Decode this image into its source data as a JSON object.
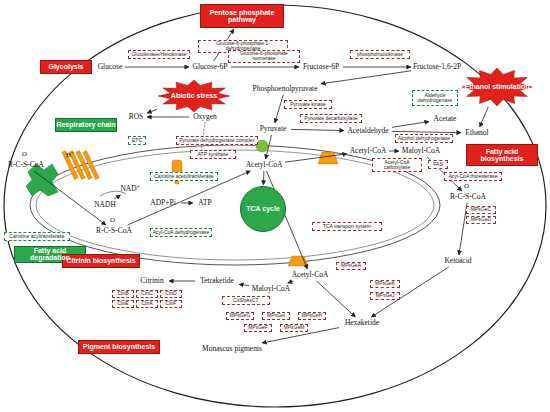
{
  "diagram": {
    "nodes": [
      {
        "text": [
          "Pentose phosphate pathway"
        ]
      },
      {
        "text": [
          "Glucose-6-phosphate 1-dehydrogenase"
        ]
      },
      {
        "text": [
          "Glycolysis"
        ]
      },
      {
        "text": [
          "Glucose"
        ]
      },
      {
        "text": [
          "Glucokinase/Hexokinase"
        ]
      },
      {
        "text": [
          "Glucose-6P"
        ]
      },
      {
        "text": [
          "Glucose-6-phosphate isomerase"
        ]
      },
      {
        "text": [
          "Fructose-6P"
        ]
      },
      {
        "text": [
          "phosphofructokinase"
        ]
      },
      {
        "text": [
          "Fructose-1,6-2P"
        ]
      },
      {
        "text": [
          "Abiotic stress"
        ]
      },
      {
        "text": [
          "Phosphoenolpyruvate"
        ]
      },
      {
        "text": [
          "Ethanol stimulation"
        ]
      },
      {
        "text": [
          "ROS"
        ]
      },
      {
        "text": [
          "Oxygen"
        ]
      },
      {
        "text": [
          "Pyruvate kinase"
        ]
      },
      {
        "text": [
          "Aldehyde dehydrogenase"
        ]
      },
      {
        "text": [
          "Acetate"
        ]
      },
      {
        "text": [
          "Pyruvate decarboxylase"
        ]
      },
      {
        "text": [
          "Pyruvate"
        ]
      },
      {
        "text": [
          "Acetaldehyde"
        ]
      },
      {
        "text": [
          "Alcohol dehydrogenase"
        ]
      },
      {
        "text": [
          "Ethanol"
        ]
      },
      {
        "text": [
          "Respiratory chain"
        ]
      },
      {
        "text": [
          "ETC"
        ]
      },
      {
        "text": [
          "Pyruvate dehydrogenase complex"
        ]
      },
      {
        "text": [
          "ATP synthase"
        ]
      },
      {
        "text": [
          "Acetyl-CoA"
        ]
      },
      {
        "text": [
          "Maloyl-CoA"
        ]
      },
      {
        "text": [
          "Acetyl-CoA carboxylase"
        ]
      },
      {
        "text": [
          "FAS"
        ]
      },
      {
        "text": [
          "Fatty acid biosynthesis"
        ]
      },
      {
        "text": [
          "Acyl-CoA thioesterase"
        ]
      },
      {
        "text": [
          "R-C-S-CoA"
        ]
      },
      {
        "text": [
          "Carnitine acyltransferase"
        ]
      },
      {
        "text": [
          "Fatty acid degradation"
        ]
      },
      {
        "text": [
          "NADH"
        ]
      },
      {
        "text": [
          "NAD⁺"
        ]
      },
      {
        "text": [
          "ADP+Pi"
        ]
      },
      {
        "text": [
          "ATP"
        ]
      },
      {
        "text": [
          "Carnitine acetyltransferase"
        ]
      },
      {
        "text": [
          "Acetyl-CoA"
        ]
      },
      {
        "text": [
          "TCA cycle"
        ]
      },
      {
        "text": [
          "R-C-S-CoA"
        ]
      },
      {
        "text": [
          "Acyl-CoA dehydrogenase"
        ]
      },
      {
        "text": [
          "R-C-S-CoA"
        ]
      },
      {
        "text": [
          "MPsGeC"
        ]
      },
      {
        "text": [
          "MPsGeD"
        ]
      },
      {
        "text": [
          "TCA transport system"
        ]
      },
      {
        "text": [
          "Ketoacid"
        ]
      },
      {
        "text": [
          "Acetyl-CoA"
        ]
      },
      {
        "text": [
          "MPsGeA"
        ]
      },
      {
        "text": [
          "Maloyl-CoA"
        ]
      },
      {
        "text": [
          "Tetraketide"
        ]
      },
      {
        "text": [
          "CitS/pksCT"
        ]
      },
      {
        "text": [
          "Citrinin"
        ]
      },
      {
        "text": [
          "Citrinin biosynthesis"
        ]
      },
      {
        "text": [
          "CtnB"
        ]
      },
      {
        "text": [
          "CtnC"
        ]
      },
      {
        "text": [
          "CtnD"
        ]
      },
      {
        "text": [
          "CtnE"
        ]
      },
      {
        "text": [
          "CtnA"
        ]
      },
      {
        "text": [
          "CtnF"
        ]
      },
      {
        "text": [
          "MPsGeK"
        ]
      },
      {
        "text": [
          "MPsGeJ"
        ]
      },
      {
        "text": [
          "Hexaketide"
        ]
      },
      {
        "text": [
          "MPsGeG"
        ]
      },
      {
        "text": [
          "MPsGeI"
        ]
      },
      {
        "text": [
          "MPsGeH"
        ]
      },
      {
        "text": [
          "MPsGeF"
        ]
      },
      {
        "text": [
          "MPsGeM"
        ]
      },
      {
        "text": [
          "Monascus pigments"
        ]
      },
      {
        "text": [
          "Pigment biosynthesis"
        ]
      }
    ],
    "edges": [
      {
        "from": 3,
        "to": 5,
        "arrow": "to"
      },
      {
        "from": 5,
        "to": 7,
        "arrow": "to"
      },
      {
        "from": 7,
        "to": 9,
        "arrow": "to"
      },
      {
        "from": 5,
        "to": 0,
        "arrow": "to"
      },
      {
        "from": 9,
        "to": 11,
        "arrow": "to"
      },
      {
        "from": 11,
        "to": 19,
        "arrow": "to"
      },
      {
        "from": 19,
        "to": 20,
        "arrow": "to"
      },
      {
        "from": 20,
        "to": 17,
        "arrow": "to"
      },
      {
        "from": 20,
        "to": 22,
        "arrow": "to"
      },
      {
        "from": 12,
        "to": 22,
        "arrow": "to"
      },
      {
        "from": 19,
        "to": 41,
        "arrow": "to"
      },
      {
        "from": 41,
        "to": 42,
        "arrow": "to"
      },
      {
        "from": 41,
        "to": 27,
        "arrow": "to"
      },
      {
        "from": 27,
        "to": 28,
        "arrow": "to"
      },
      {
        "from": 28,
        "to": 45,
        "arrow": "to"
      },
      {
        "from": 45,
        "to": 49,
        "arrow": "to"
      },
      {
        "from": 49,
        "to": 65,
        "arrow": "to"
      },
      {
        "from": 41,
        "to": 50,
        "arrow": "to"
      },
      {
        "from": 50,
        "to": 52,
        "arrow": "to"
      },
      {
        "from": 52,
        "to": 53,
        "arrow": "to"
      },
      {
        "from": 53,
        "to": 55,
        "arrow": "to"
      },
      {
        "from": 50,
        "to": 65,
        "arrow": "to"
      },
      {
        "from": 65,
        "to": 71,
        "arrow": "to"
      },
      {
        "from": 14,
        "to": 13,
        "arrow": "to"
      },
      {
        "from": 10,
        "to": 13,
        "arrow": "to"
      },
      {
        "from": 33,
        "to": 43,
        "arrow": "to"
      },
      {
        "from": 43,
        "to": 41,
        "arrow": "to"
      },
      {
        "from": 36,
        "to": 37,
        "arrow": "to"
      },
      {
        "from": 38,
        "to": 39,
        "arrow": "to"
      }
    ],
    "labels": [
      "O",
      "O",
      "O",
      "H⁺"
    ]
  }
}
